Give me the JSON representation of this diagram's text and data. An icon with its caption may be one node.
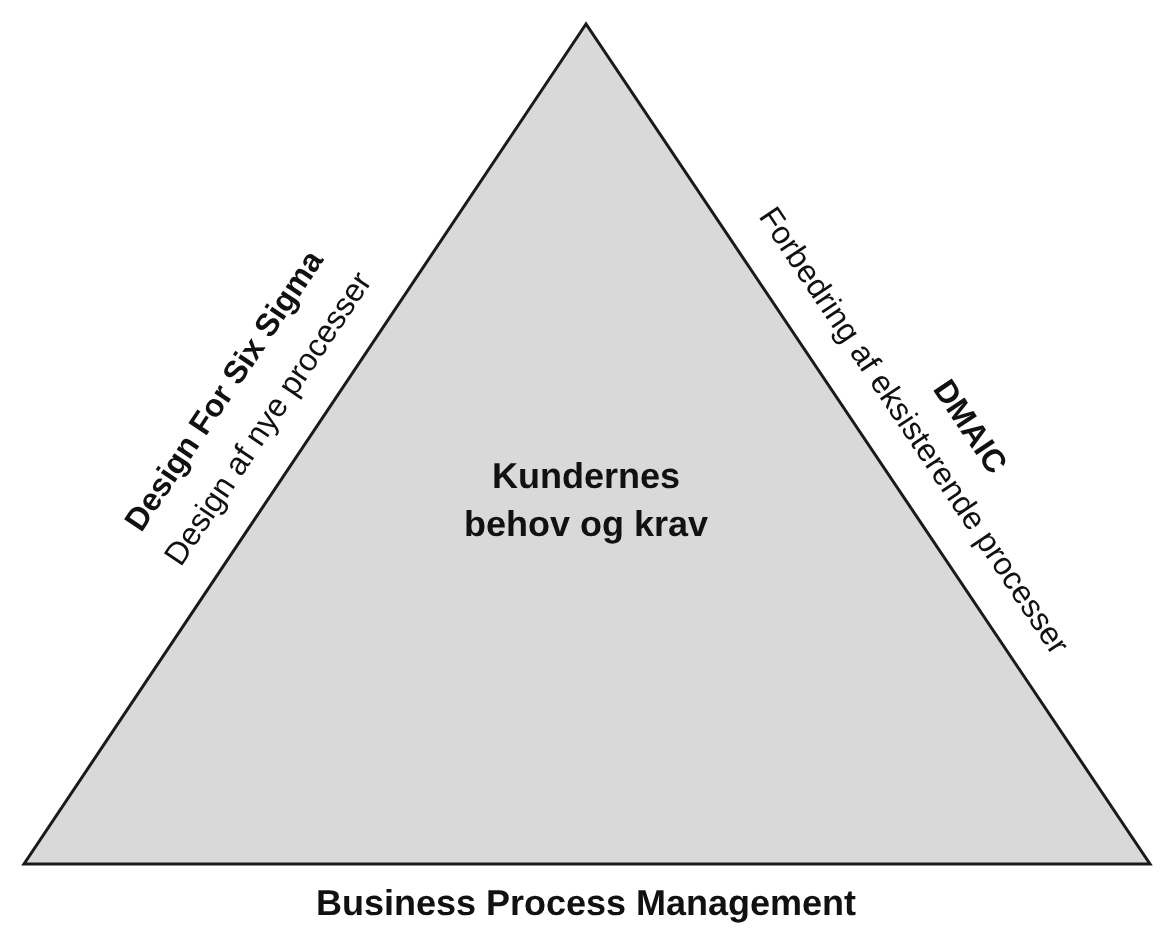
{
  "diagram": {
    "nodes": [
      {
        "text": [
          "Kundernes behov og krav"
        ]
      }
    ],
    "labels": [
      "Design For Six Sigma",
      "Design af nye processer",
      "DMAIC",
      "Forbedring af eksisterende processer",
      "Business Process Management"
    ]
  }
}
